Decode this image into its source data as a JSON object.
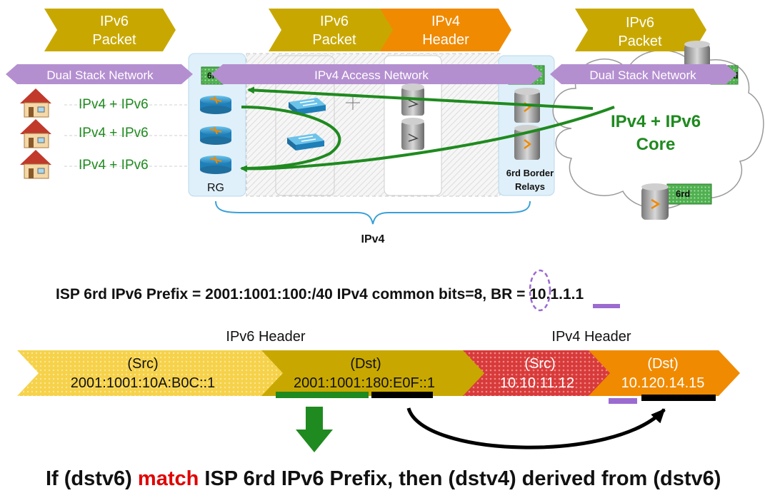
{
  "top_packets": {
    "left_packet": "IPv6\nPacket",
    "mid_packet": "IPv6\nPacket",
    "mid_header": "IPv4\nHeader",
    "right_packet": "IPv6\nPacket"
  },
  "networks": {
    "left_banner": "Dual Stack Network",
    "mid_banner": "IPv4 Access Network",
    "right_banner": "Dual Stack Network"
  },
  "homes": [
    {
      "label": "IPv4 + IPv6"
    },
    {
      "label": "IPv4 + IPv6"
    },
    {
      "label": "IPv4 + IPv6"
    }
  ],
  "labels": {
    "rg": "RG",
    "border_relays_line1": "6rd Border",
    "border_relays_line2": "Relays",
    "core_line1": "IPv4 + IPv6",
    "core_line2": "Core",
    "ipv4_brace": "IPv4",
    "tag_6rd": "6rd",
    "tag_6rd_left": "6r",
    "tag_6rd_right": "rd",
    "tag_cloud_right": "d"
  },
  "formula": {
    "text_a": "ISP 6rd IPv6 Prefix = 2001:1001:100:/40  IPv4 common bits",
    "text_b": "=",
    "text_c": "8",
    "text_d": ", BR = ",
    "text_e": "10.1.1.1"
  },
  "headers": {
    "ipv6_header": "IPv6 Header",
    "ipv4_header": "IPv4 Header",
    "seg1_top": "(Src)",
    "seg1_bottom": "2001:1001:10A:B0C::1",
    "seg2_top": "(Dst)",
    "seg2_bottom": "2001:1001:180:E0F::1",
    "seg3_top": "(Src)",
    "seg3_bottom": "10.10.11.12",
    "seg4_top": "(Dst)",
    "seg4_bottom": "10.120.14.15"
  },
  "conclusion": {
    "part1": "If (dstv6) ",
    "part2": "match",
    "part3": " ISP 6rd IPv6 Prefix, then (dstv4) derived from (dstv6)"
  },
  "colors": {
    "gold": "#c8a800",
    "orange": "#f08a00",
    "purple": "#b48fd0",
    "green": "#1f8a1f",
    "red": "#e00000",
    "light_blue": "#dff0fa"
  }
}
